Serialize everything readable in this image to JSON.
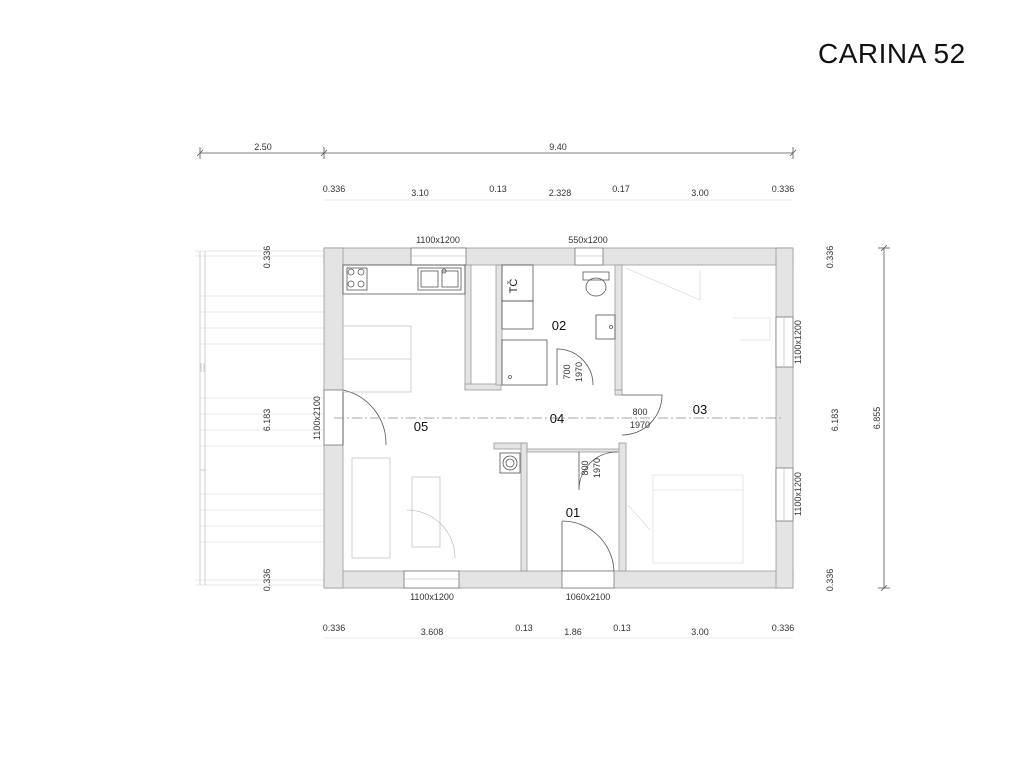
{
  "title": "CARINA 52",
  "top_dims_1": [
    "2.50",
    "9.40"
  ],
  "top_dims_2": [
    "0.336",
    "3.10",
    "0.13",
    "2.328",
    "0.17",
    "3.00",
    "0.336"
  ],
  "bottom_dims": [
    "0.336",
    "3.608",
    "0.13",
    "1.86",
    "0.13",
    "3.00",
    "0.336"
  ],
  "left_dims": [
    "0.336",
    "6.183",
    "0.336"
  ],
  "right_dims": [
    "0.336",
    "6.183",
    "0.336",
    "6.855"
  ],
  "openings": {
    "top_window_1": "1100x1200",
    "top_window_2": "550x1200",
    "left_door": "1100x2100",
    "right_window_1": "1100x1200",
    "right_window_2": "1100x1200",
    "bottom_window": "1100x1200",
    "bottom_door": "1060x2100",
    "bath_door_w": "700",
    "bath_door_h": "1970",
    "bed_door_w": "800",
    "bed_door_h": "1970",
    "room01_door_w": "800",
    "room01_door_h": "1970"
  },
  "rooms": {
    "r01": "01",
    "r02": "02",
    "r03": "03",
    "r04": "04",
    "r05": "05"
  },
  "fixtures": {
    "tc_label": "TČ"
  }
}
